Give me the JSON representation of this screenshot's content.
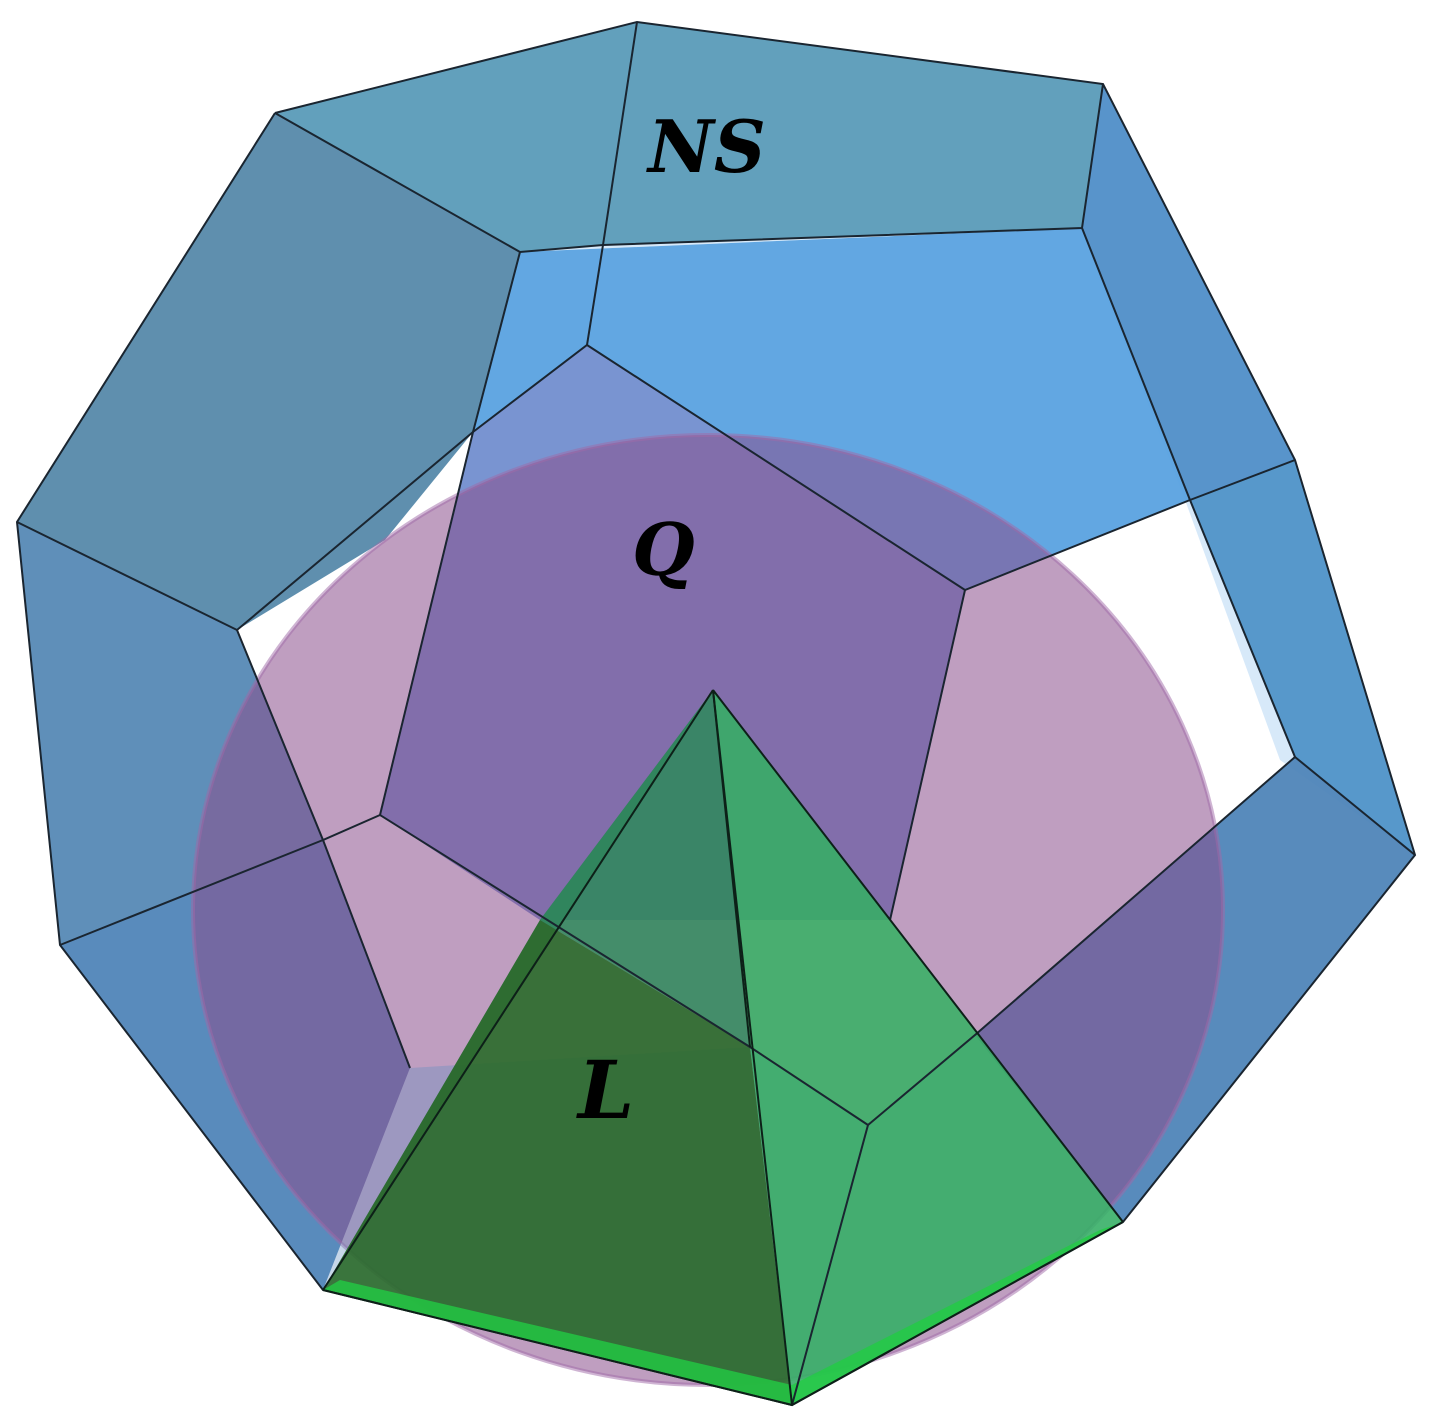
{
  "labels": {
    "outer": "NS",
    "sphere": "Q",
    "inner": "L"
  },
  "colors": {
    "background": "#ffffff",
    "outer_face_top": "#5a9bb8",
    "outer_face_side": "#4f86b0",
    "outer_face_front": "#5c9ad8",
    "outer_face_back": "#5fa8e8",
    "edge": "#1a2530",
    "sphere_fill": "#8a4e8c",
    "sphere_rim": "#a06aa8",
    "pyramid_fill_left": "#2a7a4a",
    "pyramid_fill_right": "#33b060",
    "pyramid_front": "#1f5a2a",
    "pyramid_edge": "#0d2018"
  }
}
